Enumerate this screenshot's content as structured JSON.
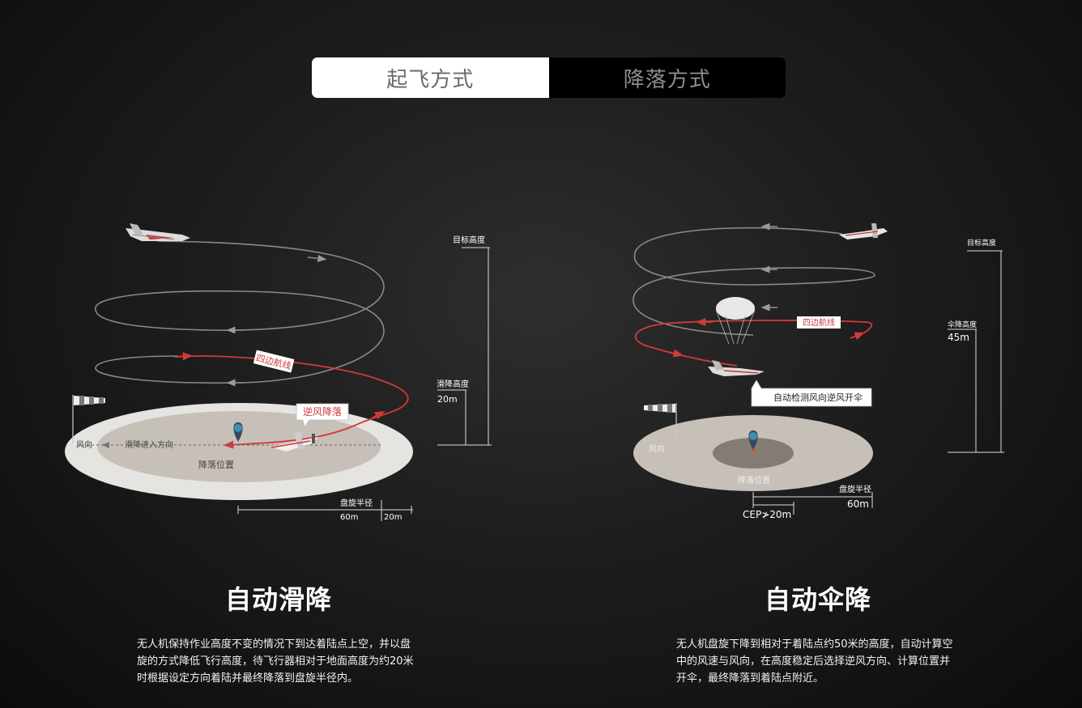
{
  "tabs": [
    {
      "label": "起飞方式",
      "active": true
    },
    {
      "label": "降落方式",
      "active": false
    }
  ],
  "left_diagram": {
    "target_altitude": "目标高度",
    "glide_altitude": "滑降高度",
    "glide_altitude_value": "20m",
    "pattern_label": "四边航线",
    "callout": "逆风降落",
    "wind_direction": "风向",
    "approach_direction": "滑降进入方向",
    "landing_position": "降落位置",
    "circle_radius": "盘旋半径",
    "radius_value": "60m",
    "extra_value": "20m"
  },
  "right_diagram": {
    "target_altitude": "目标高度",
    "parachute_altitude": "伞降高度",
    "parachute_altitude_value": "45m",
    "pattern_label": "四边航线",
    "callout": "自动检测风向逆风开伞",
    "wind_direction": "风向",
    "landing_position": "降落位置",
    "circle_radius": "盘旋半径",
    "radius_value": "60m",
    "cep_value": "CEP≯20m"
  },
  "sections": [
    {
      "title": "自动滑降",
      "description": "无人机保持作业高度不变的情况下到达着陆点上空，并以盘旋的方式降低飞行高度，待飞行器相对于地面高度为约20米时根据设定方向着陆并最终降落到盘旋半径内。"
    },
    {
      "title": "自动伞降",
      "description": "无人机盘旋下降到相对于着陆点约50米的高度，自动计算空中的风速与风向，在高度稳定后选择逆风方向、计算位置并开伞，最终降落到着陆点附近。"
    }
  ],
  "colors": {
    "accent_red": "#d03a3a",
    "orbit_gray": "#8a8a8a",
    "ground_outer": "#e6e4e1",
    "ground_inner": "#c7c0b9"
  }
}
